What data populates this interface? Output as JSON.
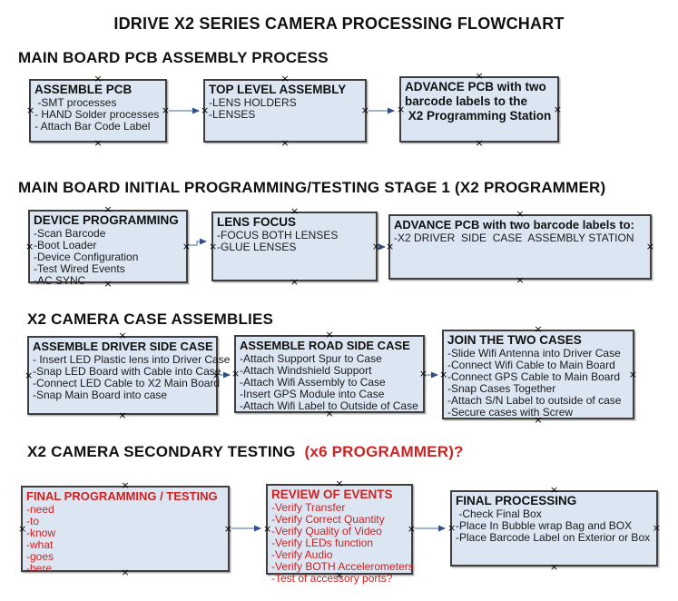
{
  "title": "IDRIVE X2  SERIES CAMERA PROCESSING FLOWCHART",
  "colors": {
    "background": "#ffffff",
    "box_fill": "#dce6f2",
    "box_border": "#3f3f3f",
    "red_text": "#cc2222",
    "arrow_line": "#8099bb",
    "arrow_head": "#2e4e8c",
    "text": "#111111"
  },
  "icons": {
    "connection_handle": "×",
    "arrow_head": "▶"
  },
  "sections": [
    {
      "heading": "MAIN BOARD PCB ASSEMBLY PROCESS",
      "boxes": [
        {
          "title": "ASSEMBLE PCB",
          "items": [
            " -SMT processes",
            "- HAND Solder processes",
            "- Attach Bar Code Label"
          ]
        },
        {
          "title": "TOP LEVEL ASSEMBLY",
          "items": [
            "-LENS HOLDERS",
            "-LENSES"
          ]
        },
        {
          "title": "ADVANCE PCB with two",
          "items": [
            "barcode labels to the",
            " X2 Programming Station"
          ]
        }
      ]
    },
    {
      "heading": "MAIN BOARD INITIAL PROGRAMMING/TESTING STAGE 1 (X2 PROGRAMMER)",
      "boxes": [
        {
          "title": "DEVICE PROGRAMMING",
          "items": [
            "-Scan Barcode",
            "-Boot Loader",
            "-Device Configuration",
            "-Test Wired Events",
            "-AC SYNC"
          ]
        },
        {
          "title": "LENS FOCUS",
          "items": [
            "-FOCUS BOTH LENSES",
            "-GLUE LENSES"
          ]
        },
        {
          "title": "ADVANCE PCB with two barcode labels to:",
          "items": [
            "-X2 DRIVER  SIDE  CASE  ASSEMBLY STATION"
          ]
        }
      ]
    },
    {
      "heading": "X2 CAMERA CASE ASSEMBLIES",
      "boxes": [
        {
          "title": "ASSEMBLE DRIVER SIDE CASE",
          "items": [
            "- Insert LED Plastic lens into Driver Case",
            "-Snap LED Board with Cable into Case",
            "-Connect LED Cable to X2 Main Board",
            "-Snap Main Board into case"
          ]
        },
        {
          "title": "ASSEMBLE ROAD SIDE CASE",
          "items": [
            "-Attach Support Spur to Case",
            "-Attach Windshield Support",
            "-Attach Wifi Assembly to Case",
            "-Insert GPS Module into Case",
            "-Attach Wifi Label to Outside of Case"
          ]
        },
        {
          "title": "JOIN THE TWO CASES",
          "items": [
            "-Slide Wifi Antenna into Driver Case",
            "-Connect Wifi Cable to Main Board",
            "-Connect GPS Cable to Main Board",
            "-Snap Cases Together",
            "-Attach S/N Label to outside of case",
            "-Secure cases with Screw"
          ]
        }
      ]
    },
    {
      "heading": "X2 CAMERA SECONDARY TESTING ",
      "heading_accent": " (x6 PROGRAMMER)?",
      "boxes": [
        {
          "title": "FINAL PROGRAMMING / TESTING",
          "items": [
            "-need",
            "-to",
            "-know",
            "-what",
            "-goes",
            "-here"
          ]
        },
        {
          "title": "REVIEW OF EVENTS",
          "items": [
            "-Verify Transfer",
            "-Verify Correct Quantity",
            "-Verify Quality of Video",
            "-Verify LEDs function",
            "-Verify Audio",
            "-Verify BOTH Accelerometers",
            "-Test of accessory ports?"
          ]
        },
        {
          "title": "FINAL PROCESSING",
          "items": [
            " -Check Final Box",
            "-Place In Bubble wrap Bag and BOX",
            "-Place Barcode Label on Exterior or Box"
          ]
        }
      ]
    }
  ]
}
